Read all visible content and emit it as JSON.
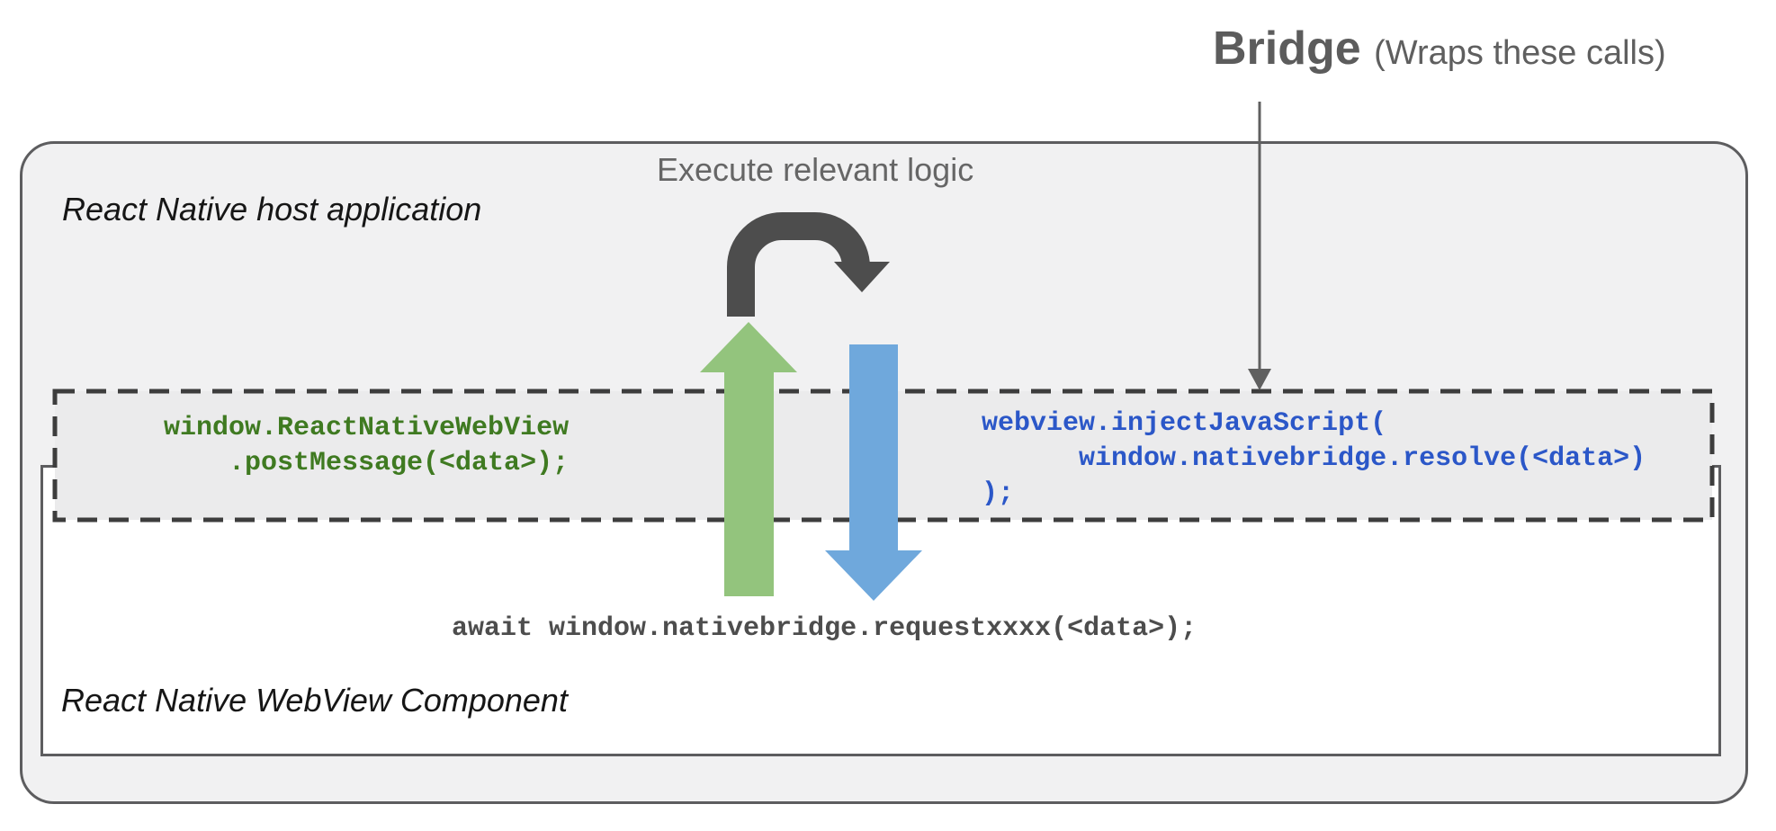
{
  "bridge_label": {
    "title": "Bridge",
    "subtitle": "(Wraps these calls)"
  },
  "host_container": {
    "label": "React Native host application"
  },
  "webview_box": {
    "label": "React Native WebView Component"
  },
  "execute_label": "Execute relevant logic",
  "code": {
    "post_message": "window.ReactNativeWebView\n    .postMessage(<data>);",
    "inject_js": "webview.injectJavaScript(\n      window.nativebridge.resolve(<data>)\n);",
    "await_request": "await window.nativebridge.requestxxxx(<data>);"
  },
  "colors": {
    "container_fill": "#f1f1f2",
    "container_border": "#5d5d5f",
    "webview_fill": "#ffffff",
    "dashed_box_fill": "#ebebec",
    "dashed_box_stroke": "#3d3d3d",
    "green_arrow": "#93c47d",
    "blue_arrow": "#6fa8dc",
    "dark_arrow": "#4d4d4d",
    "thin_arrow": "#606060",
    "code_green": "#3f7a21",
    "code_blue": "#2b57c8",
    "code_dark": "#4d4d4d",
    "label_dark": "#161616",
    "label_gray": "#666666",
    "bridge_gray": "#5c5c5c"
  }
}
